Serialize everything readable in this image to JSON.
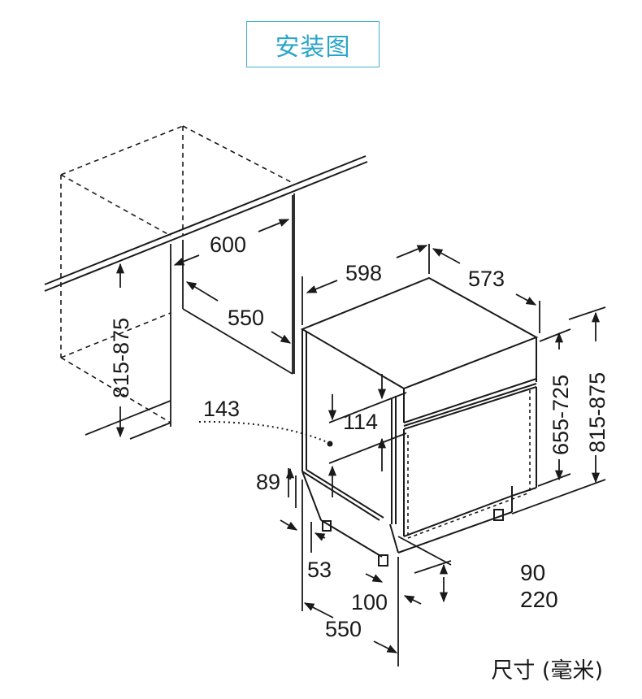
{
  "title": "安装图",
  "units_label": "尺寸 (毫米)",
  "niche": {
    "width": "600",
    "depth": "550",
    "height": "815-875"
  },
  "appliance": {
    "width": "598",
    "depth": "573",
    "height_outer": "815-875",
    "height_inner": "655-725",
    "panel_offset": "143",
    "panel_gap": "114",
    "plinth_height": "89",
    "foot_offset": "53",
    "foot_depth": "100",
    "base_depth": "550",
    "door_clearance_a": "90",
    "door_clearance_b": "220"
  },
  "colors": {
    "accent": "#2aa5c9",
    "line": "#1a1a1a"
  }
}
